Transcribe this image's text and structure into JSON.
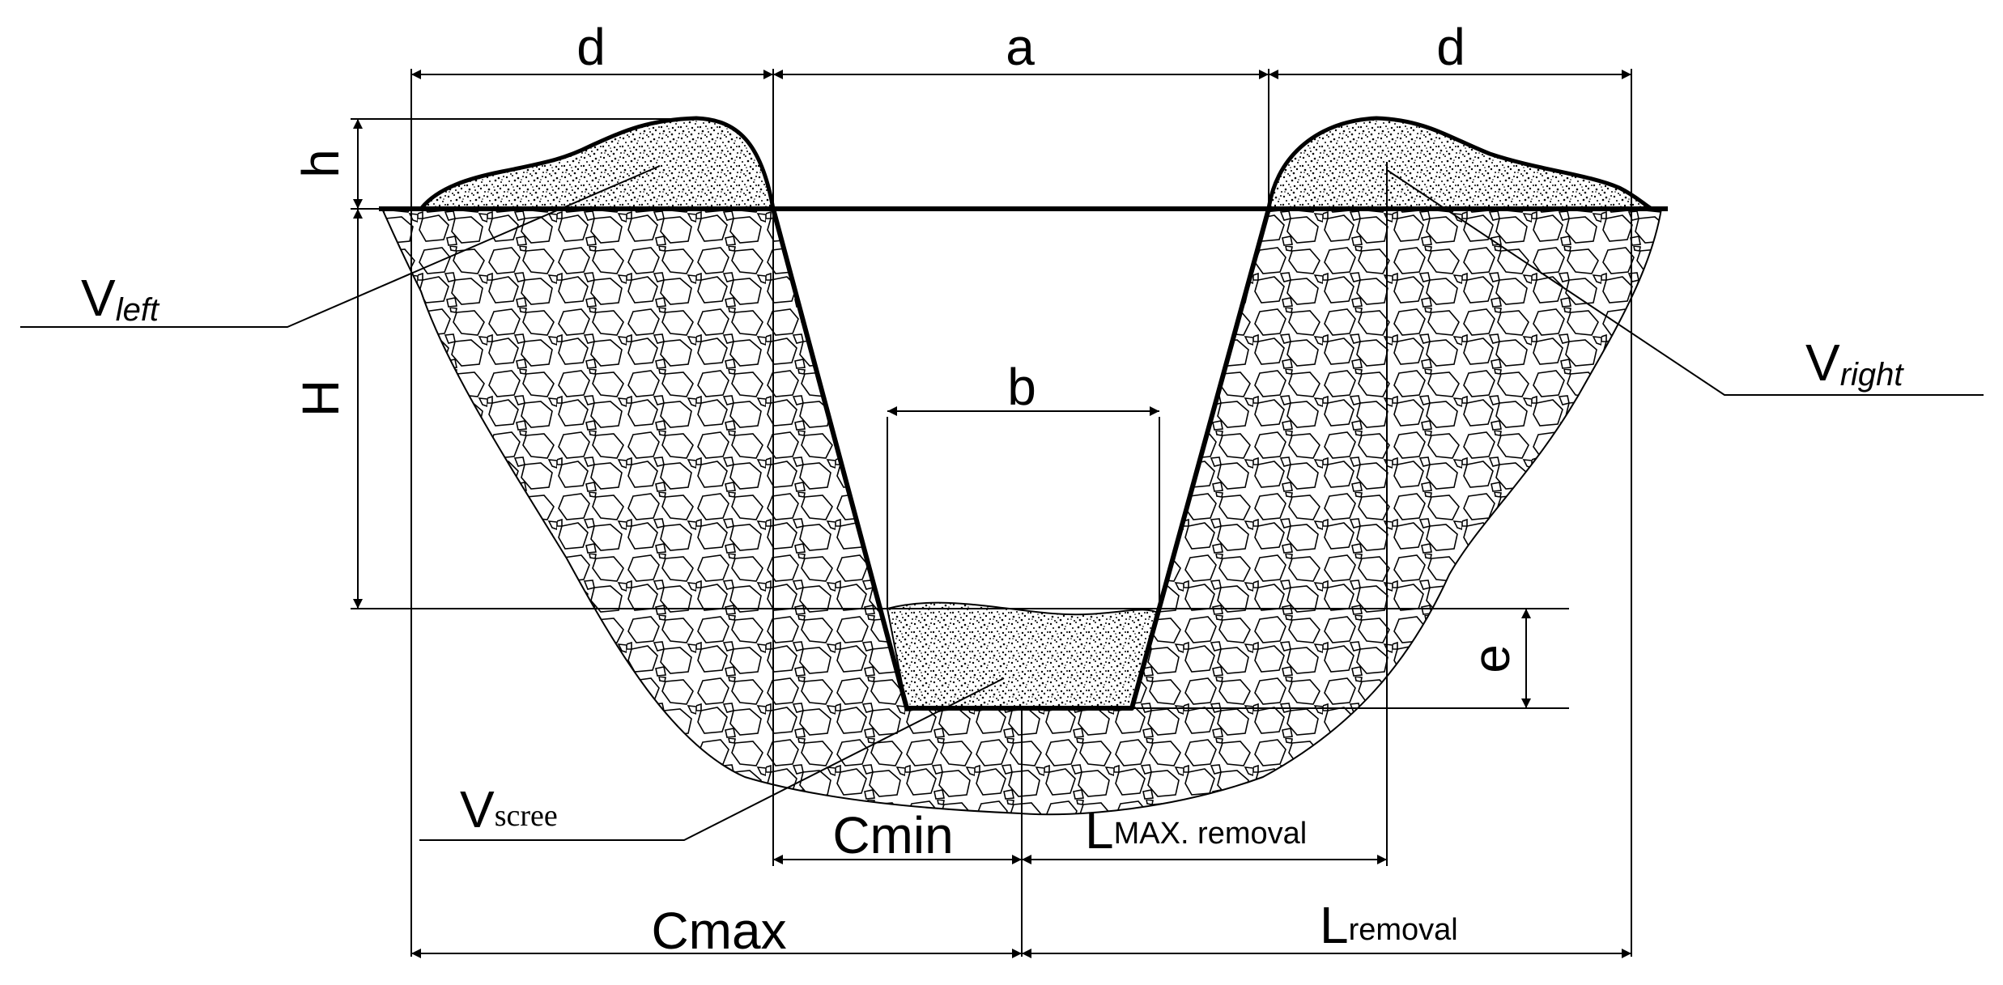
{
  "labels": {
    "d_left": "d",
    "a": "a",
    "d_right": "d",
    "h": "h",
    "H": "H",
    "b": "b",
    "e": "e",
    "v_left_main": "V",
    "v_left_sub": "left",
    "v_right_main": "V",
    "v_right_sub": "right",
    "v_scree_main": "V",
    "v_scree_sub": "scree",
    "cmin": "Cmin",
    "cmax": "Cmax",
    "l_max_main": "L",
    "l_max_sub": "MAX. removal",
    "l_removal_main": "L",
    "l_removal_sub": "removal"
  },
  "colors": {
    "line": "#000000",
    "background": "#ffffff"
  }
}
